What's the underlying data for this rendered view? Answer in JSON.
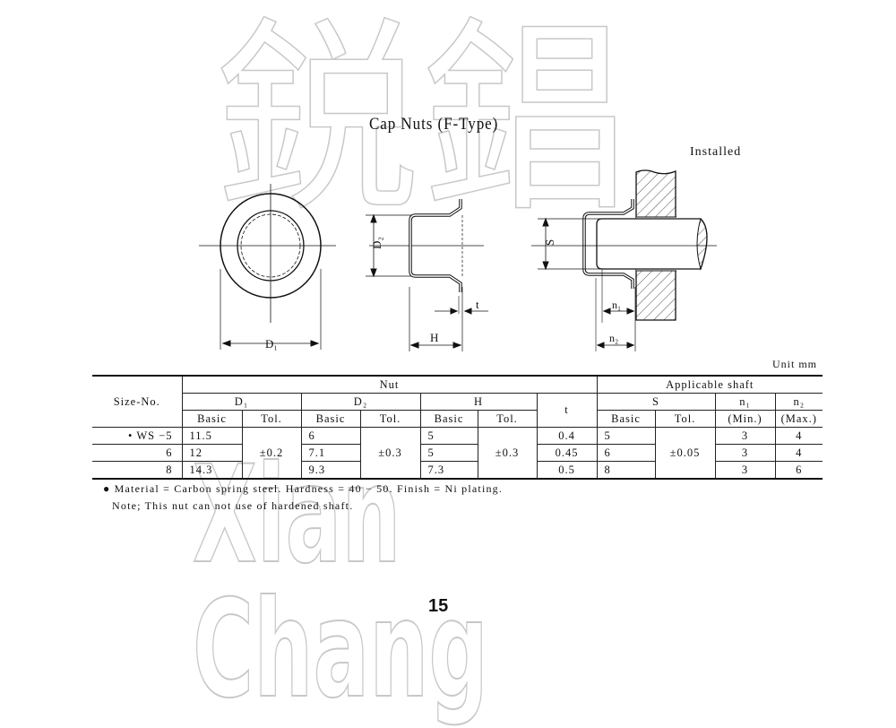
{
  "title": "Cap Nuts (F-Type)",
  "installed_label": "Installed",
  "unit_label": "Unit mm",
  "drawing_labels": {
    "d1": "D₁",
    "d2": "D₂",
    "h": "H",
    "t": "t",
    "s": "S",
    "n1": "n₁",
    "n2": "n₂"
  },
  "table": {
    "header": {
      "size_no": "Size-No.",
      "nut": "Nut",
      "applicable_shaft": "Applicable shaft",
      "d1": "D₁",
      "d2": "D₂",
      "h": "H",
      "t": "t",
      "s": "S",
      "n1": "n₁",
      "n2": "n₂",
      "basic": "Basic",
      "tol": "Tol.",
      "min": "(Min.)",
      "max": "(Max.)"
    },
    "rows": [
      {
        "size": "• WS −5",
        "d1": "11.5",
        "d2": "6",
        "h": "5",
        "t": "0.4",
        "s": "5",
        "n1": "3",
        "n2": "4"
      },
      {
        "size": "6",
        "d1": "12",
        "d2": "7.1",
        "h": "5",
        "t": "0.45",
        "s": "6",
        "n1": "3",
        "n2": "4"
      },
      {
        "size": "8",
        "d1": "14.3",
        "d2": "9.3",
        "h": "7.3",
        "t": "0.5",
        "s": "8",
        "n1": "3",
        "n2": "6"
      }
    ],
    "tol": {
      "d1": "±0.2",
      "d2": "±0.3",
      "h": "±0.3",
      "s": "±0.05"
    }
  },
  "notes": {
    "material": "● Material = Carbon spring steel. Hardness = 40 − 50. Finish = Ni plating.",
    "note": "Note; This nut can not use of hardened shaft."
  },
  "page_number": "15",
  "watermark": {
    "chinese": "鋭錩",
    "latin": "Xian Chang"
  }
}
